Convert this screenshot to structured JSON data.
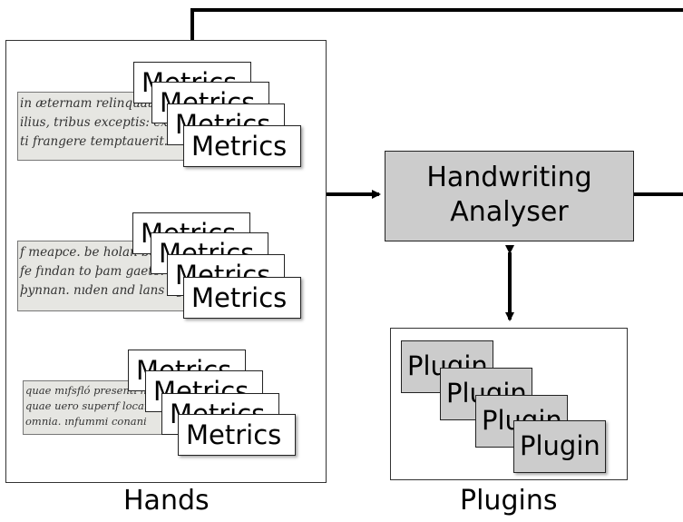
{
  "diagram": {
    "analyser": {
      "line1": "Handwriting",
      "line2": "Analyser"
    },
    "metric_label": "Metrics",
    "plugin_label": "Plugin",
    "captions": {
      "hands": "Hands",
      "plugins": "Plugins"
    },
    "manuscripts": [
      {
        "lines": [
          "in æternam relinquat her",
          "ilius, tribus exceptis: expe",
          "ti frangere temptauerit. den"
        ]
      },
      {
        "lines": [
          "f meapce. be holan beames",
          "fe fından to þam gaete. op",
          "þynnan. nıden and lans bgasan"
        ]
      },
      {
        "lines": [
          "quae mıfsfló presenti hum",
          "quae uero superıf locanr",
          "omnia. ınfummi conani"
        ]
      }
    ]
  }
}
